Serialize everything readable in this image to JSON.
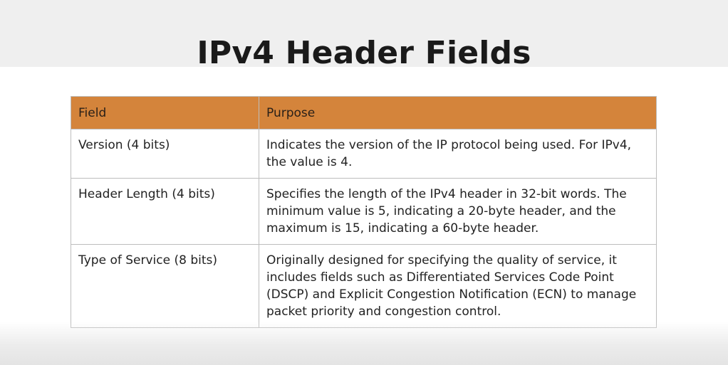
{
  "slide": {
    "title": "IPv4 Header Fields"
  },
  "table": {
    "headers": [
      "Field",
      "Purpose"
    ],
    "rows": [
      {
        "field": "Version (4 bits)",
        "purpose": "Indicates the version of the IP protocol being used. For IPv4, the value is 4."
      },
      {
        "field": "Header Length (4 bits)",
        "purpose": "Specifies the length of the IPv4 header in 32-bit words. The minimum value is 5, indicating a 20-byte header, and the maximum is 15, indicating a 60-byte header."
      },
      {
        "field": "Type of Service (8 bits)",
        "purpose": "Originally designed for specifying the quality of service, it includes fields such as Differentiated Services Code Point (DSCP) and Explicit Congestion Notification (ECN) to manage packet priority and congestion control."
      }
    ]
  },
  "colors": {
    "header_fill": "#d4843b",
    "title_band": "#efefef",
    "border": "#bdbdbd"
  }
}
